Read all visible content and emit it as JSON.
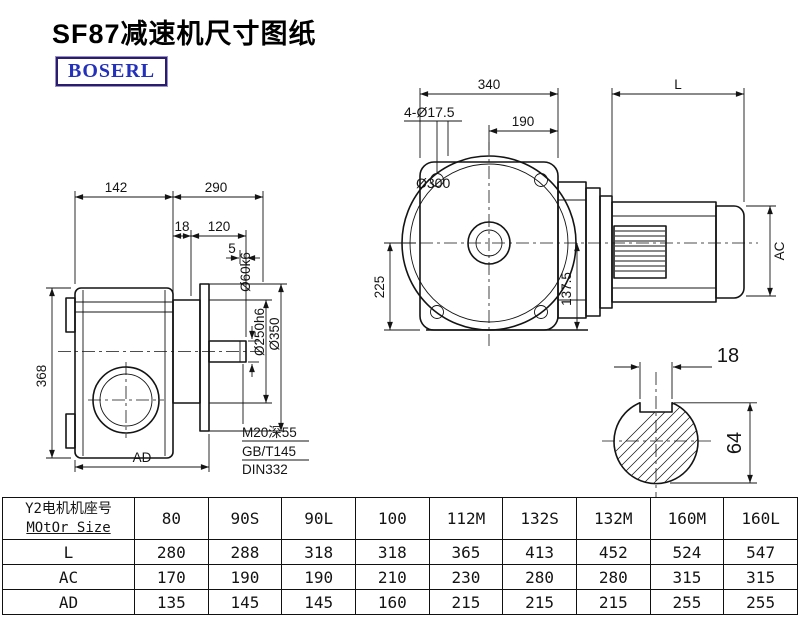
{
  "page": {
    "title": "SF87减速机尺寸图纸",
    "logo_text": "BOSERL"
  },
  "side_view": {
    "dim_142": "142",
    "dim_290": "290",
    "dim_18": "18",
    "dim_120": "120",
    "dim_5": "5",
    "dim_368": "368",
    "dim_ad": "AD",
    "dim_shaft_dia": "Ø60k6",
    "dim_spigot_dia": "Ø250h6",
    "dim_flange_dia": "Ø350",
    "note_tap": "M20深55",
    "note_std1": "GB/T145",
    "note_std2": "DIN332"
  },
  "front_view": {
    "dim_340": "340",
    "dim_l": "L",
    "dim_bolt_holes": "4-Ø17.5",
    "dim_190": "190",
    "dim_flange_circle": "Ø300",
    "dim_225": "225",
    "dim_137_5": "137.5",
    "dim_ac": "AC"
  },
  "shaft_section": {
    "dim_key_width": "18",
    "dim_key_height": "64"
  },
  "table": {
    "header_cn": "Y2电机机座号",
    "header_en": "MOtOr Size",
    "sizes": [
      "80",
      "90S",
      "90L",
      "100",
      "112M",
      "132S",
      "132M",
      "160M",
      "160L"
    ],
    "rows": [
      {
        "label": "L",
        "values": [
          "280",
          "288",
          "318",
          "318",
          "365",
          "413",
          "452",
          "524",
          "547"
        ]
      },
      {
        "label": "AC",
        "values": [
          "170",
          "190",
          "190",
          "210",
          "230",
          "280",
          "280",
          "315",
          "315"
        ]
      },
      {
        "label": "AD",
        "values": [
          "135",
          "145",
          "145",
          "160",
          "215",
          "215",
          "215",
          "255",
          "255"
        ]
      }
    ]
  }
}
